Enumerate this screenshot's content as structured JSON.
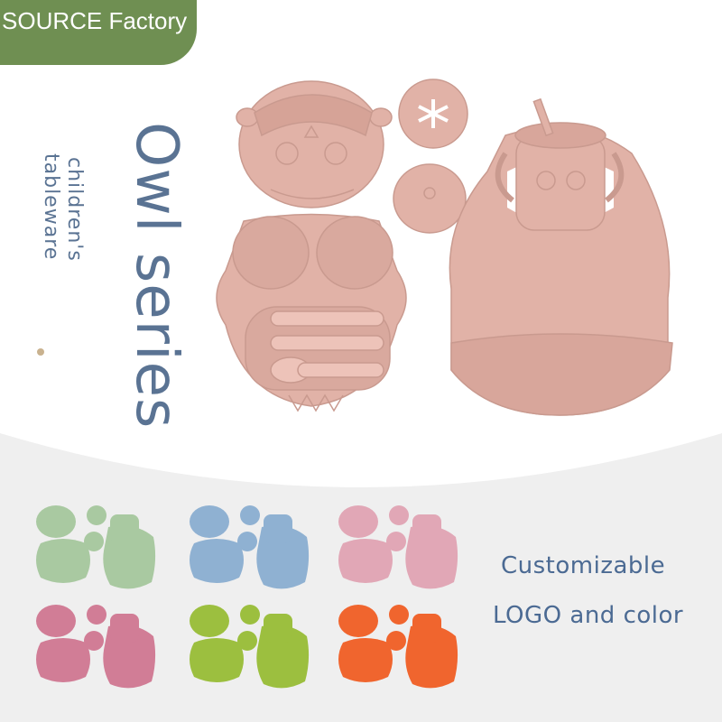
{
  "badge": {
    "label": "SOURCE Factory",
    "color": "#6f8f52"
  },
  "title": {
    "series": "Owl series",
    "line1": "children's",
    "line2": "tableware",
    "color": "#5a7393"
  },
  "callout": {
    "line1": "Customizable",
    "line2": "LOGO and color",
    "color": "#4b6a93"
  },
  "main_product": {
    "color": "#e1b2a7"
  },
  "variants": [
    {
      "name": "green",
      "color": "#a9c9a1"
    },
    {
      "name": "blue",
      "color": "#8fb1d2"
    },
    {
      "name": "pink",
      "color": "#e1a7b6"
    },
    {
      "name": "rose",
      "color": "#d17d96"
    },
    {
      "name": "lime",
      "color": "#9cbf3f"
    },
    {
      "name": "orange",
      "color": "#f0652e"
    }
  ]
}
